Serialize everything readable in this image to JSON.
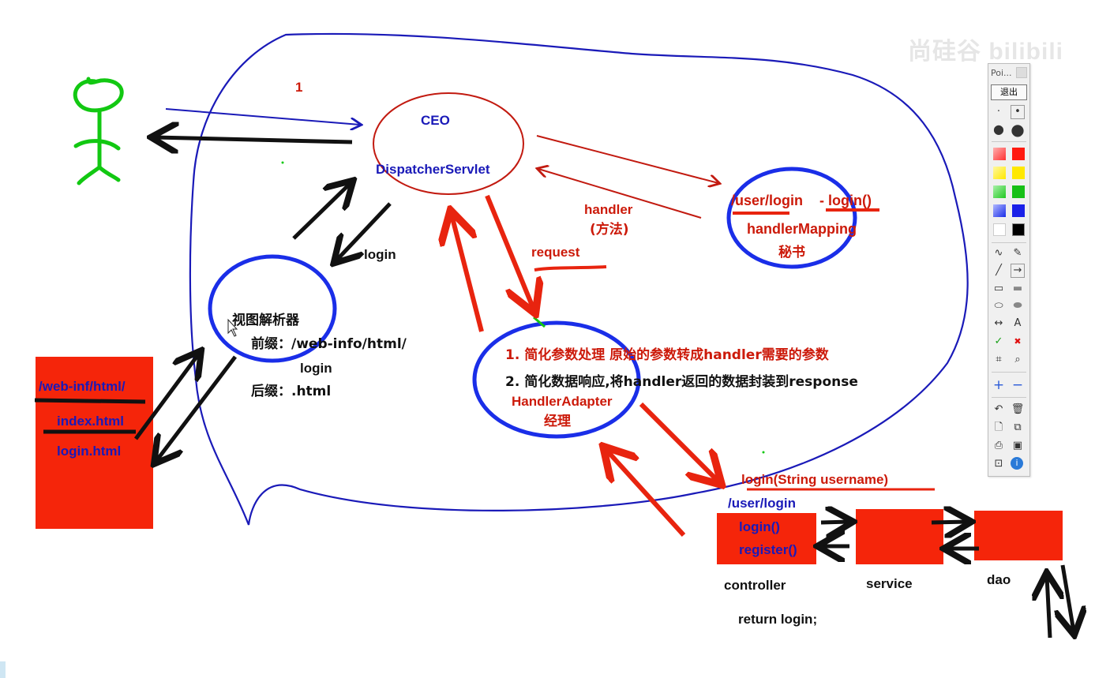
{
  "nodes": {
    "step_number": "1",
    "ceo_title": "CEO",
    "dispatcher": "DispatcherServlet",
    "mapping_path": "/user/login",
    "mapping_method": "- login()",
    "mapping_name": "handlerMapping",
    "mapping_role": "秘书",
    "handler_label": "handler",
    "handler_method": "(方法)",
    "request_label": "request",
    "login_label": "login",
    "resolver_name": "视图解析器",
    "resolver_prefix": "前缀：/web-info/html/",
    "resolver_view": "login",
    "resolver_suffix": "后缀：.html",
    "adapter_point1": "1. 简化参数处理 原始的参数转成handler需要的参数",
    "adapter_point2": "2. 简化数据响应,将handler返回的数据封装到response",
    "adapter_name": "HandlerAdapter",
    "adapter_role": "经理",
    "webinf_path": "/web-inf/html/",
    "webinf_index": "index.html",
    "webinf_login": "login.html",
    "login_signature": "login(String username)",
    "controller_path": "/user/login",
    "controller_method1": "login()",
    "controller_method2": "register()",
    "controller_label": "controller",
    "service_label": "service",
    "dao_label": "dao",
    "return_stmt": "return login;"
  },
  "toolbar": {
    "title": "Poi...",
    "exit_label": "退出",
    "color_swatches": [
      "#ff3030",
      "#ffe800",
      "#22c822",
      "#1a2ee8",
      "#ffffff",
      "#000000"
    ],
    "tool_icons": [
      "freehand-icon",
      "eraser-icon",
      "line-icon",
      "arrow-icon",
      "rectangle-icon",
      "filled-rectangle-icon",
      "ellipse-icon",
      "filled-ellipse-icon",
      "double-arrow-icon",
      "text-icon",
      "check-icon",
      "cross-icon",
      "crop-icon",
      "zoom-icon",
      "plus-icon",
      "minus-icon",
      "undo-icon",
      "trash-icon",
      "new-page-icon",
      "copy-icon",
      "print-icon",
      "save-icon",
      "screenshot-icon",
      "info-icon"
    ]
  },
  "colors": {
    "ink_blue": "#1a1ab8",
    "ink_red": "#cc1a0a",
    "ink_black": "#111111",
    "ink_green": "#12c812",
    "box_red": "#f5250a"
  }
}
